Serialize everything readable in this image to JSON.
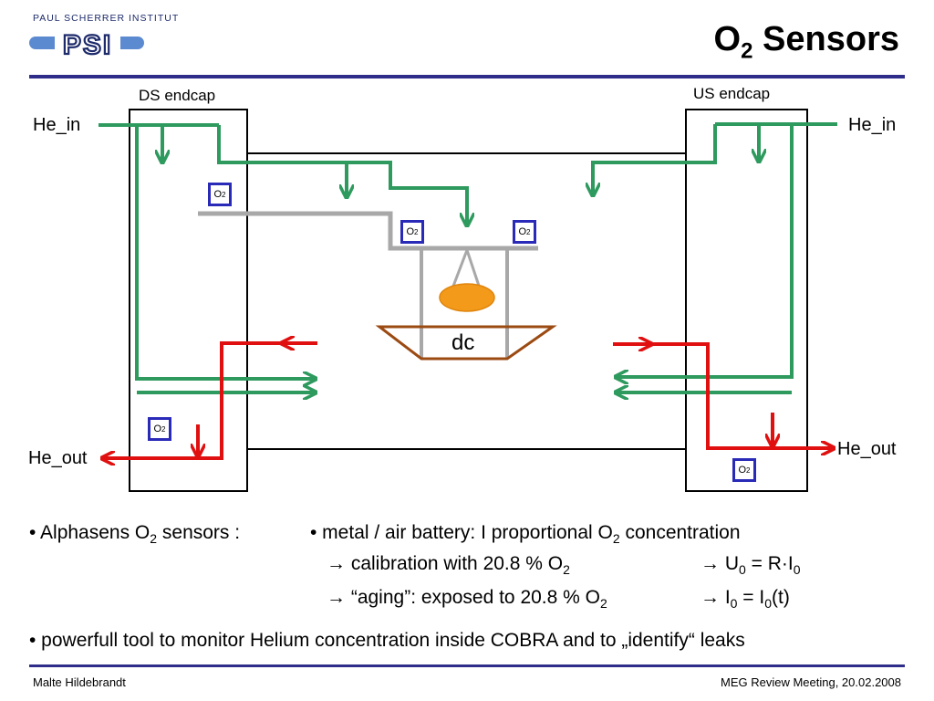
{
  "header": {
    "institute_name": "PAUL SCHERRER INSTITUT",
    "logo_text": "PSI",
    "title_main": "O",
    "title_sub": "2",
    "title_rest": " Sensors"
  },
  "diagram": {
    "ds_endcap_label": "DS endcap",
    "us_endcap_label": "US endcap",
    "he_in_left": "He_in",
    "he_in_right": "He_in",
    "he_out_left": "He_out",
    "he_out_right": "He_out",
    "dc_label": "dc",
    "sensor_main": "O",
    "sensor_sub": "2",
    "colors": {
      "helium_in": "#2e9a5e",
      "helium_out": "#e01010",
      "sensor_border": "#2a2ab8",
      "target": "#f39a1a",
      "drift_chamber": "#9b4a12",
      "support": "#a8a8a8"
    }
  },
  "text": {
    "b1_text": "• Alphasens O",
    "b1_sub": "2",
    "b1_tail": " sensors :",
    "b2_text": "•  metal / air battery: I proportional O",
    "b2_sub": "2",
    "b2_tail": " concentration",
    "b3_text": "→ calibration with 20.8 % O",
    "b3_sub": "2",
    "b3r_text": "→ U",
    "b3r_sub1": "0",
    "b3r_mid": " = R·I",
    "b3r_sub2": "0",
    "b4_text": "→ “aging”: exposed to 20.8 % O",
    "b4_sub": "2",
    "b4r_text": "→   I",
    "b4r_sub1": "0",
    "b4r_mid": " = I",
    "b4r_sub2": "0",
    "b4r_tail": "(t)",
    "b5_text": "• powerfull tool to monitor Helium concentration inside COBRA and to „identify“ leaks"
  },
  "footer": {
    "author": "Malte Hildebrandt",
    "event": "MEG Review Meeting, 20.02.2008"
  }
}
